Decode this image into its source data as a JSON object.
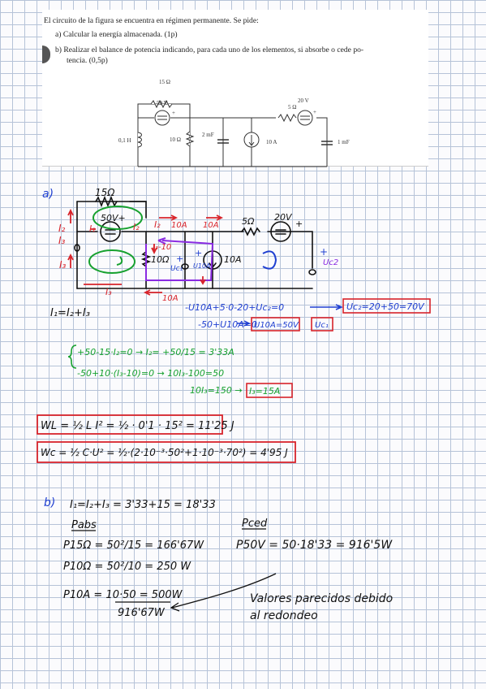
{
  "problem": {
    "intro": "El circuito de la figura se encuentra en régimen permanente. Se pide:",
    "item_a": "a)  Calcular la energía almacenada. (1p)",
    "item_b_line1": "b)  Realizar el balance de potencia indicando, para cada uno de los elementos, si absorbe o cede po-",
    "item_b_line2": "tencia. (0,5p)"
  },
  "printed_circuit": {
    "r_top": "15 Ω",
    "v_50": "50 V",
    "plus": "+",
    "inductor": "0,1 H",
    "r_10": "10 Ω",
    "cap_2": "2 mF",
    "cur_src": "10 A",
    "r_5": "5 Ω",
    "v_20": "20 V",
    "cap_1": "1 mF"
  },
  "hand_circuit": {
    "label_a": "a)",
    "r15": "15Ω",
    "v50": "50V+",
    "i2": "I₂",
    "i1": "I₁",
    "i3": "I₃",
    "ibr1": "I₂",
    "ibr2": "I₃",
    "ibr3": "I₂",
    "ibr4": "I₃",
    "a10_1": "10A",
    "a10_2": "10A",
    "a10_3": "10A",
    "i3_10": "I₃-10",
    "r10": "10Ω",
    "ur2": "+",
    "uc1": "Uc₁",
    "u10a": "U10A",
    "plus1": "+",
    "src10": "10A",
    "r5": "5Ω",
    "v20": "20V",
    "v20plus": "+",
    "uc2plus": "+",
    "uc2": "Uc2"
  },
  "equations": {
    "kcl": "I₁=I₂+I₃",
    "blue1_a": "-U10A+5·0-20+Uc₂=0",
    "blue1_b": "Uc₂=20+50=70V",
    "blue2_a": "-50+U10A=0",
    "blue2_b": "U10A=50V",
    "blue2_c": "Uc₁",
    "green1": "+50-15·I₂=0 → I₂= +50/15 = 3'33A",
    "green2": "-50+10·(I₃-10)=0 → 10I₃-100=50",
    "green3": "10I₃=150 →",
    "green3_box": "I₃=15A",
    "wl": "WL = ½ L I² = ½ · 0'1 · 15² = 11'25 J",
    "wc": "Wc = ½ C·U² = ½·(2·10⁻³·50²+1·10⁻³·70²) = 4'95 J"
  },
  "part_b": {
    "label_b": "b)",
    "kcl": "I₁=I₂+I₃ = 3'33+15 = 18'33",
    "pabs_title": "Pabs",
    "pced_title": "Pced",
    "p15": "P15Ω = 50²/15 = 166'67W",
    "p10": "P10Ω = 50²/10 = 250 W",
    "p10a": "P10A = 10·50 = 500W",
    "sum": "916'67W",
    "p50v": "P50V = 50·18'33 = 916'5W",
    "note1": "Valores parecidos debido",
    "note2": "al redondeo"
  },
  "colors": {
    "red": "#d8242b",
    "blue": "#1f3fd1",
    "green": "#17a12f",
    "purple": "#8a2be2",
    "ink": "#111111"
  }
}
